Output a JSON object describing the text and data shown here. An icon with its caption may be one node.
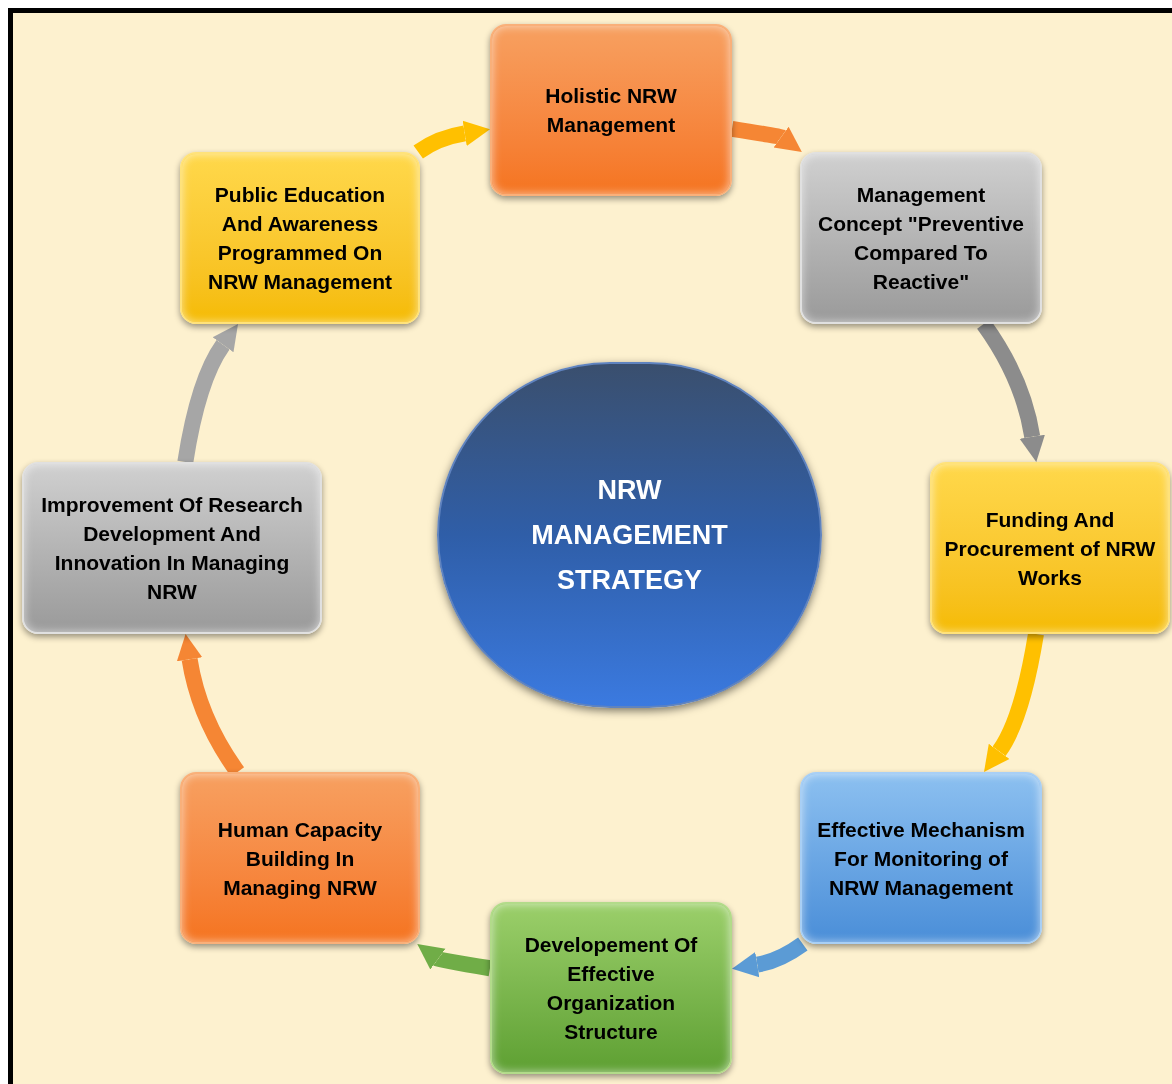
{
  "diagram": {
    "nodes": [
      {
        "text": [
          "NRW MANAGEMENT STRATEGY"
        ]
      },
      {
        "text": [
          "Holistic NRW Management"
        ]
      },
      {
        "text": [
          "Management Concept \"Preventive Compared To Reactive\""
        ]
      },
      {
        "text": [
          "Funding And Procurement of NRW Works"
        ]
      },
      {
        "text": [
          "Effective Mechanism For Monitoring of NRW Management"
        ]
      },
      {
        "text": [
          "Developement Of Effective Organization Structure"
        ]
      },
      {
        "text": [
          "Human Capacity Building In Managing NRW"
        ]
      },
      {
        "text": [
          "Improvement Of Research Development And Innovation In Managing NRW"
        ]
      },
      {
        "text": [
          "Public Education And Awareness Programmed On NRW Management"
        ]
      }
    ],
    "edges": [
      {
        "from": 8,
        "to": 1,
        "arrow": "to",
        "color": "#ffc000"
      },
      {
        "from": 1,
        "to": 2,
        "arrow": "to",
        "color": "#f58634"
      },
      {
        "from": 2,
        "to": 3,
        "arrow": "to",
        "color": "#8c8c8c"
      },
      {
        "from": 3,
        "to": 4,
        "arrow": "to",
        "color": "#ffc000"
      },
      {
        "from": 4,
        "to": 5,
        "arrow": "to",
        "color": "#5b9bd5"
      },
      {
        "from": 5,
        "to": 6,
        "arrow": "to",
        "color": "#70ad47"
      },
      {
        "from": 6,
        "to": 7,
        "arrow": "to",
        "color": "#f58634"
      },
      {
        "from": 7,
        "to": 8,
        "arrow": "to",
        "color": "#a6a6a6"
      }
    ]
  }
}
